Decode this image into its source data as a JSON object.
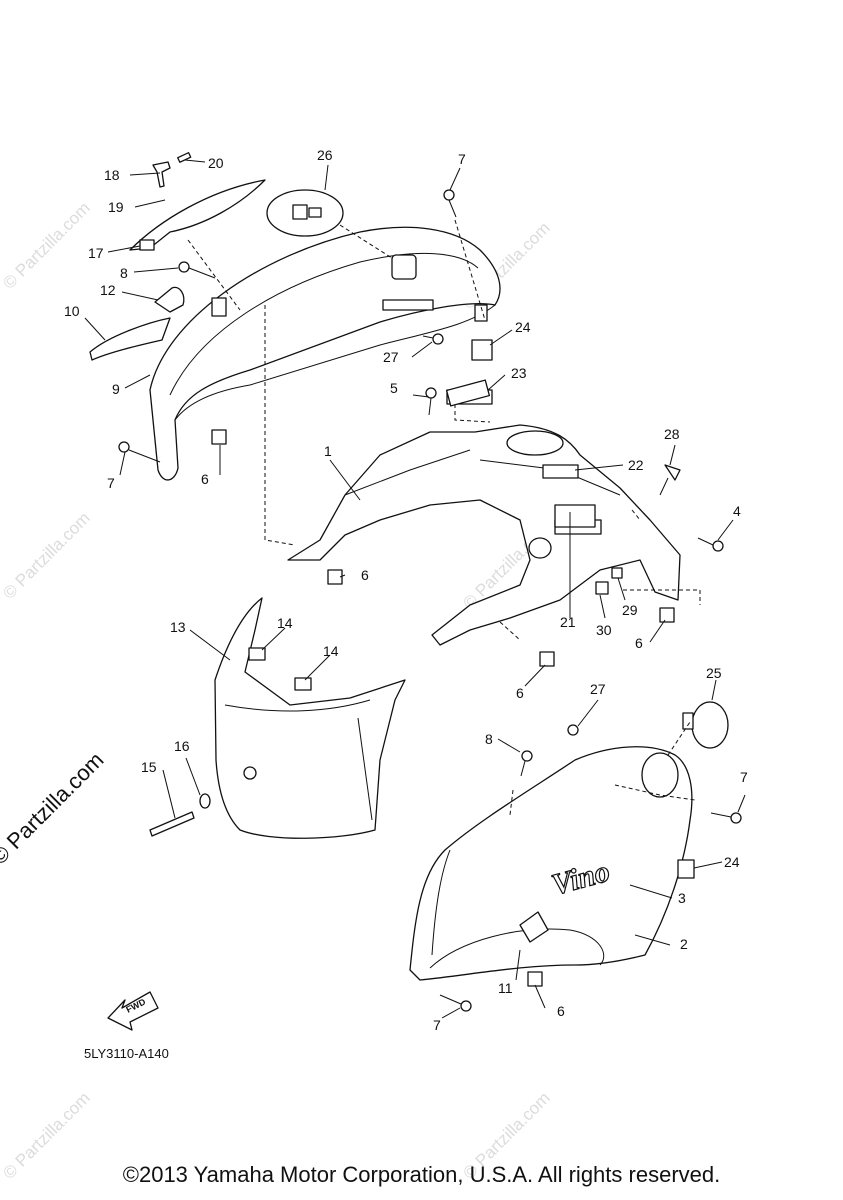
{
  "diagram_code": "5LY3110-A140",
  "copyright": "©2013 Yamaha Motor Corporation, U.S.A. All rights reserved.",
  "side_watermark": "© Partzilla.com",
  "watermark_text": "© Partzilla.com",
  "fwd_label": "FWD",
  "emblem_text": "Vino",
  "callouts": {
    "c1": "1",
    "c2": "2",
    "c3": "3",
    "c4": "4",
    "c5": "5",
    "c6a": "6",
    "c6b": "6",
    "c6c": "6",
    "c6d": "6",
    "c6e": "6",
    "c7a": "7",
    "c7b": "7",
    "c7c": "7",
    "c7d": "7",
    "c8a": "8",
    "c8b": "8",
    "c9": "9",
    "c10": "10",
    "c11": "11",
    "c12": "12",
    "c13": "13",
    "c14a": "14",
    "c14b": "14",
    "c15": "15",
    "c16": "16",
    "c17": "17",
    "c18": "18",
    "c19": "19",
    "c20": "20",
    "c21": "21",
    "c22": "22",
    "c23": "23",
    "c24a": "24",
    "c24b": "24",
    "c25": "25",
    "c26": "26",
    "c27a": "27",
    "c27b": "27",
    "c28": "28",
    "c29": "29",
    "c30": "30"
  }
}
